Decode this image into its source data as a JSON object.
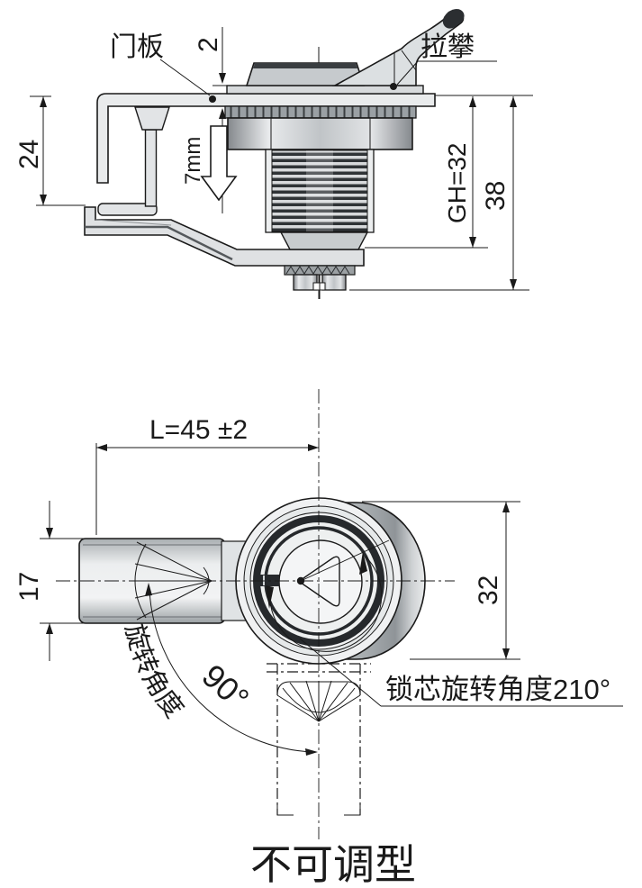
{
  "drawing": {
    "side_view": {
      "labels": {
        "door_panel": "门板",
        "pull_handle": "拉攀"
      },
      "dimensions": {
        "panel_gap": "2",
        "bracket_depth": "24",
        "compression_travel": "7mm",
        "grip_height": "GH=32",
        "total_height": "38"
      }
    },
    "plan_view": {
      "dimensions": {
        "cam_length": "L=45 ±2",
        "cam_width": "17",
        "body_width": "32"
      },
      "annotations": {
        "rotation_label": "旋转角度",
        "rotation_value": "90°",
        "core_rotation": "锁芯旋转角度210°"
      }
    },
    "caption": "不可调型",
    "colors": {
      "line": "#1a1a1a",
      "fill_light": "#e9ebec",
      "fill_mid": "#c5c9cc",
      "fill_dark": "#2b2e31",
      "background": "#ffffff"
    }
  }
}
